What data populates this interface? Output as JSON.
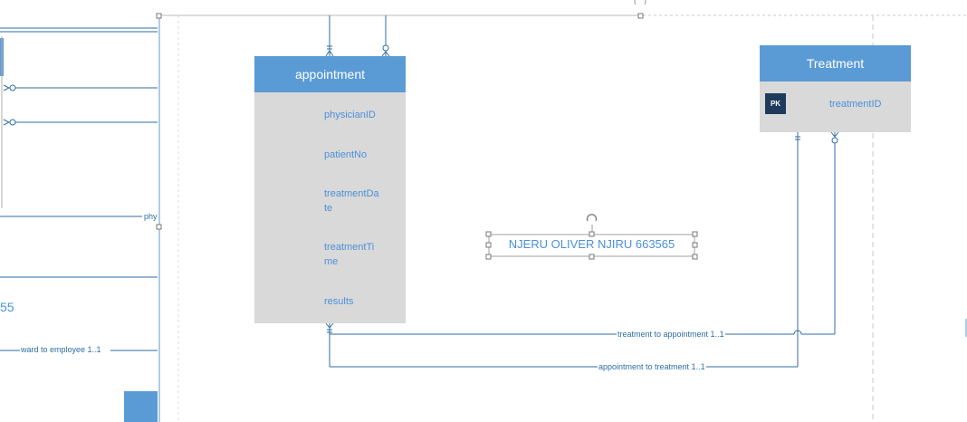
{
  "left_partial": {
    "relationship_label_1": "phy",
    "relationship_label_2": "ward to employee 1..1",
    "partial_text": "55"
  },
  "entities": {
    "appointment": {
      "title": "appointment",
      "attributes": [
        "physicianID",
        "patientNo",
        "treatmentDa\nte",
        "treatmentTi\nme",
        "results"
      ]
    },
    "treatment": {
      "title": "Treatment",
      "pk_badge": "PK",
      "pk_attribute": "treatmentID"
    }
  },
  "free_text": "NJERU OLIVER NJIRU 663565",
  "relationships": {
    "treatment_to_appointment": "treatment to appointment 1..1",
    "appointment_to_treatment": "appointment to treatment 1..1"
  },
  "colors": {
    "header": "#5b9bd5",
    "body": "#d9d9d9",
    "line": "#2e6da4",
    "pk": "#1f3b5c"
  }
}
